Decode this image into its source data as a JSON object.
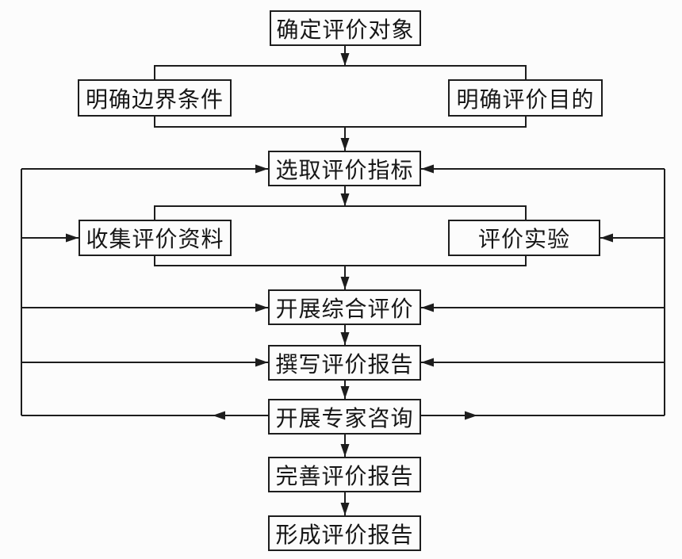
{
  "diagram": {
    "type": "flowchart",
    "colors": {
      "line": "#1d1d1d",
      "background": "#fcfcfc",
      "box_fill": "#fcfcfc",
      "text": "#161616"
    },
    "nodes": [
      {
        "id": "determine-evaluation-object",
        "label": "确定评价对象"
      },
      {
        "id": "clarify-boundary-conditions",
        "label": "明确边界条件"
      },
      {
        "id": "clarify-evaluation-purpose",
        "label": "明确评价目的"
      },
      {
        "id": "select-evaluation-indicators",
        "label": "选取评价指标"
      },
      {
        "id": "collect-evaluation-materials",
        "label": "收集评价资料"
      },
      {
        "id": "evaluation-experiment",
        "label": "评价实验"
      },
      {
        "id": "conduct-comprehensive-evaluation",
        "label": "开展综合评价"
      },
      {
        "id": "write-evaluation-report",
        "label": "撰写评价报告"
      },
      {
        "id": "conduct-expert-consultation",
        "label": "开展专家咨询"
      },
      {
        "id": "improve-evaluation-report",
        "label": "完善评价报告"
      },
      {
        "id": "form-evaluation-report",
        "label": "形成评价报告"
      }
    ],
    "edges": [
      {
        "from": "determine-evaluation-object",
        "to": "clarify-boundary-conditions"
      },
      {
        "from": "determine-evaluation-object",
        "to": "clarify-evaluation-purpose"
      },
      {
        "from": "clarify-boundary-conditions",
        "to": "select-evaluation-indicators"
      },
      {
        "from": "clarify-evaluation-purpose",
        "to": "select-evaluation-indicators"
      },
      {
        "from": "select-evaluation-indicators",
        "to": "collect-evaluation-materials"
      },
      {
        "from": "select-evaluation-indicators",
        "to": "evaluation-experiment"
      },
      {
        "from": "collect-evaluation-materials",
        "to": "conduct-comprehensive-evaluation"
      },
      {
        "from": "evaluation-experiment",
        "to": "conduct-comprehensive-evaluation"
      },
      {
        "from": "conduct-comprehensive-evaluation",
        "to": "write-evaluation-report"
      },
      {
        "from": "write-evaluation-report",
        "to": "conduct-expert-consultation"
      },
      {
        "from": "conduct-expert-consultation",
        "to": "improve-evaluation-report"
      },
      {
        "from": "conduct-expert-consultation",
        "to": "select-evaluation-indicators",
        "kind": "feedback"
      },
      {
        "from": "conduct-expert-consultation",
        "to": "collect-evaluation-materials",
        "kind": "feedback"
      },
      {
        "from": "conduct-expert-consultation",
        "to": "evaluation-experiment",
        "kind": "feedback"
      },
      {
        "from": "conduct-expert-consultation",
        "to": "conduct-comprehensive-evaluation",
        "kind": "feedback"
      },
      {
        "from": "conduct-expert-consultation",
        "to": "write-evaluation-report",
        "kind": "feedback"
      },
      {
        "from": "improve-evaluation-report",
        "to": "form-evaluation-report"
      }
    ]
  }
}
